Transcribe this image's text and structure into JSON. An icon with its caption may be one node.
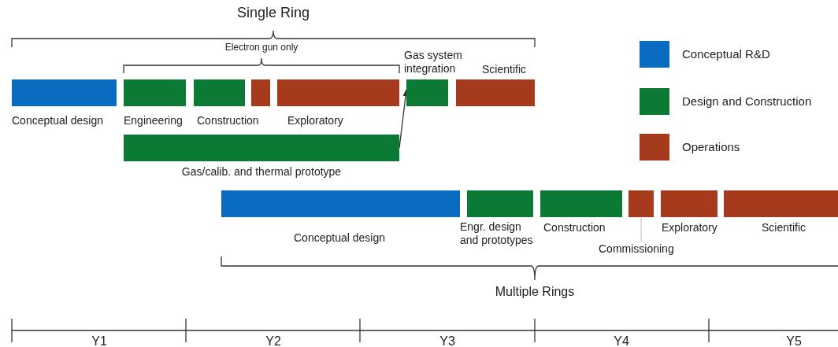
{
  "diagram": {
    "nodes": [
      {
        "text": [],
        "shape": "bar",
        "beside": [
          "Conceptual design"
        ]
      },
      {
        "text": [],
        "shape": "bar",
        "beside": [
          "Engineering"
        ]
      },
      {
        "text": [],
        "shape": "bar",
        "beside": [
          "Construction"
        ]
      },
      {
        "text": [],
        "shape": "bar"
      },
      {
        "text": [],
        "shape": "bar",
        "beside": [
          "Exploratory"
        ]
      },
      {
        "text": [],
        "shape": "bar",
        "beside": [
          "Gas system integration"
        ]
      },
      {
        "text": [],
        "shape": "bar",
        "beside": [
          "Scientific"
        ]
      },
      {
        "text": [],
        "shape": "bar",
        "beside": [
          "Gas/calib. and thermal prototype"
        ]
      },
      {
        "text": [],
        "shape": "bar",
        "beside": [
          "Conceptual design"
        ]
      },
      {
        "text": [],
        "shape": "bar",
        "beside": [
          "Engr. design and prototypes"
        ]
      },
      {
        "text": [],
        "shape": "bar",
        "beside": [
          "Construction"
        ]
      },
      {
        "text": [],
        "shape": "bar"
      },
      {
        "text": [],
        "shape": "bar",
        "beside": [
          "Exploratory"
        ]
      },
      {
        "text": [],
        "shape": "bar",
        "beside": [
          "Scientific"
        ]
      },
      {
        "text": [
          "Commissioning"
        ]
      }
    ],
    "edges": [
      {
        "from": 7,
        "to": 5,
        "arrow": "to"
      },
      {
        "from": 14,
        "to": 11,
        "arrow": "none",
        "color": "#cccccc"
      }
    ],
    "labels": [
      "Single Ring",
      "Electron gun only",
      "Multiple Rings",
      "Y1",
      "Y2",
      "Y3",
      "Y4",
      "Y5"
    ],
    "legend": [
      {
        "text": "Conceptual R&D",
        "color": "#0a6cc0"
      },
      {
        "text": "Design and Construction",
        "color": "#0a7a35"
      },
      {
        "text": "Operations",
        "color": "#a53b1c"
      }
    ]
  }
}
